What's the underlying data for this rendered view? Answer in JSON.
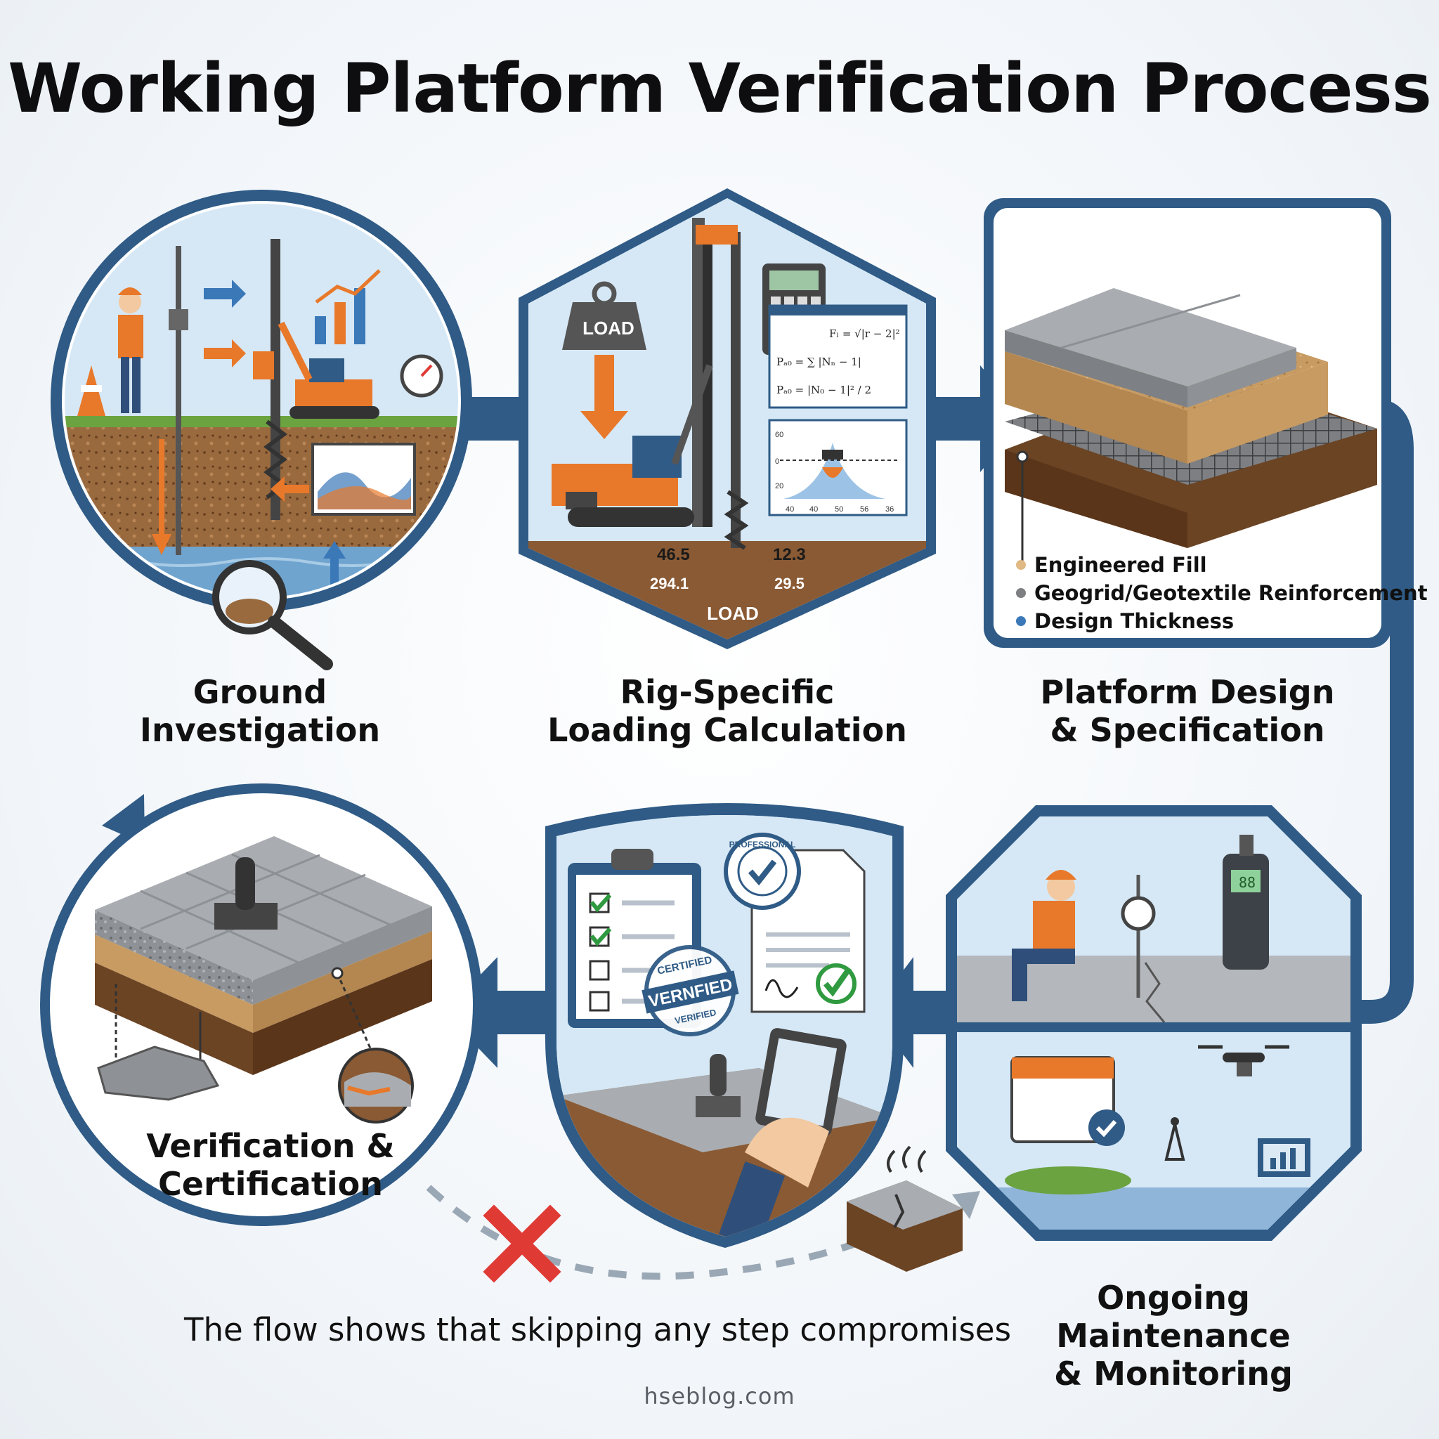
{
  "title": "Working Platform Verification Process",
  "steps": [
    {
      "label": "Ground\nInvestigation"
    },
    {
      "label": "Rig-Specific\nLoading Calculation"
    },
    {
      "label": "Platform Design\n& Specification"
    },
    {
      "label": "Ongoing Maintenance\n& Monitoring"
    },
    {
      "label": "Verification &\nCertification"
    }
  ],
  "legend": [
    "Engineered Fill",
    "Geogrid/Geotextile Reinforcement",
    "Design Thickness"
  ],
  "load_labels": {
    "weight": "LOAD",
    "ground": "LOAD"
  },
  "readings": [
    "46.5",
    "12.3",
    "294.1",
    "29.5"
  ],
  "formulas": [
    "Fₗ = √|r − 2|²",
    "Pₐ₀ = ∑ |Nₙ − 1|",
    "Pₐ₀ = |N₀ − 1|² / 2"
  ],
  "chart_ticks": {
    "y": [
      "60",
      "0",
      "20"
    ],
    "x": [
      "40",
      "40",
      "50",
      "56",
      "36"
    ]
  },
  "stamps": {
    "professional": "PROFESSIONAL",
    "certified": "CERTIFIED",
    "verified_big": "VERNFIED",
    "verified_small": "VERIFIED"
  },
  "meter_display": "88",
  "footer": "The flow shows that skipping any step compromises",
  "site": "hseblog.com",
  "colors": {
    "frame": "#2f5b86",
    "orange": "#e8782a",
    "soil": "#8a5a34",
    "sky": "#cfe3f3",
    "green": "#2f9a3f",
    "red": "#e03a35"
  }
}
